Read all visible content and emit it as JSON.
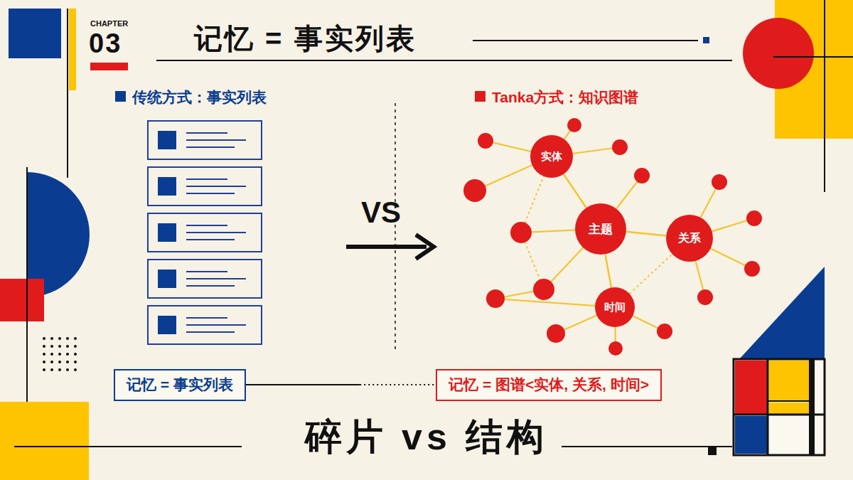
{
  "diagram": {
    "title": "记忆 = 事实列表",
    "nodes": [
      {
        "text": [
          "实体"
        ]
      },
      {
        "text": [
          "主题"
        ]
      },
      {
        "text": [
          "关系"
        ]
      },
      {
        "text": [
          "时间"
        ]
      },
      {
        "text": [
          "记忆 = 事实列表"
        ]
      },
      {
        "text": [
          "记忆 = 图谱<实体, 关系, 时间>"
        ]
      }
    ],
    "edges": [
      {
        "from": 0,
        "to": 1,
        "arrow": "none"
      },
      {
        "from": 1,
        "to": 2,
        "arrow": "none"
      },
      {
        "from": 1,
        "to": 3,
        "arrow": "none"
      },
      {
        "from": 3,
        "to": 2,
        "arrow": "none"
      },
      {
        "from": 4,
        "to": 5,
        "arrow": "none"
      }
    ],
    "labels": [
      "CHAPTER",
      "03",
      "传统方式：事实列表",
      "Tanka方式：知识图谱",
      "VS",
      "碎片 vs 结构"
    ]
  }
}
